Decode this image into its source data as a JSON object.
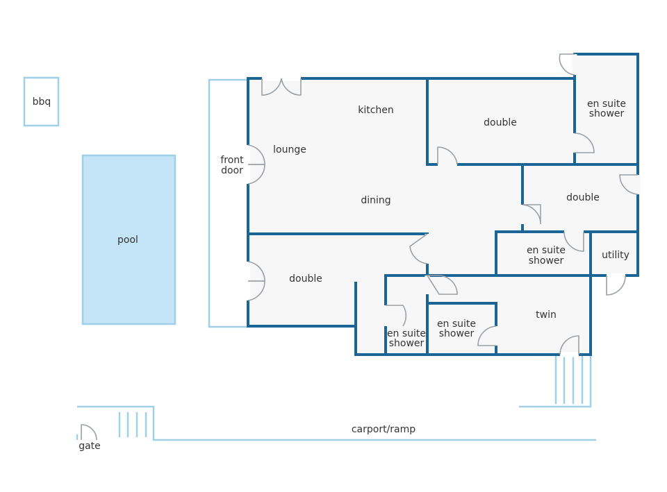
{
  "labels": {
    "bbq": "bbq",
    "pool": "pool",
    "front_door_1": "front",
    "front_door_2": "door",
    "lounge": "lounge",
    "kitchen": "kitchen",
    "dining": "dining",
    "double_top": "double",
    "double_mid": "double",
    "double_left": "double",
    "en_suite": "en suite",
    "shower": "shower",
    "utility": "utility",
    "twin": "twin",
    "carport": "carport/ramp",
    "gate": "gate"
  },
  "colors": {
    "wall": "#1b6496",
    "light_line": "#9fd0e6",
    "pool_fill": "#c4e4f7",
    "floor": "#f7f7f7"
  }
}
